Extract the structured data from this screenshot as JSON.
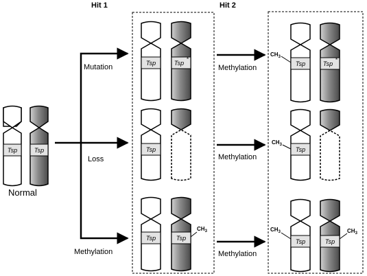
{
  "headers": {
    "hit1": "Hit 1",
    "hit2": "Hit 2"
  },
  "normal_label": "Normal",
  "labels": {
    "mutation": "Mutation",
    "loss": "Loss",
    "methylation_hit1": "Methylation",
    "methylation_row1": "Methylation",
    "methylation_row2": "Methylation",
    "methylation_row3": "Methylation"
  },
  "gene": {
    "name": "Tsp",
    "mutant_mark": "*",
    "ch3": "CH",
    "ch3_sub": "3"
  },
  "colors": {
    "white_chromosome": "#ffffff",
    "grey_chromosome_light": "#c8c8c8",
    "grey_chromosome_dark": "#555555",
    "gene_band": "#e3e3e3"
  }
}
